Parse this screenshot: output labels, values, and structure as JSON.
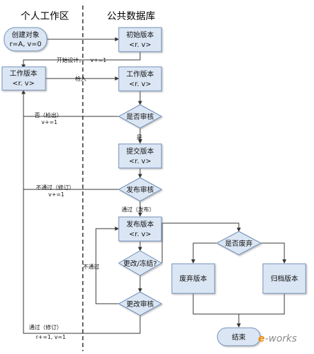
{
  "lanes": {
    "personal": "个人工作区",
    "public": "公共数据库"
  },
  "nodes": {
    "create": {
      "line1": "创建对象",
      "line2": "r=A, v=0"
    },
    "initial": {
      "line1": "初始版本",
      "line2": "<r. v>"
    },
    "work_personal": {
      "line1": "工作版本",
      "line2": "<r. v>"
    },
    "work_public": {
      "line1": "工作版本",
      "line2": "<r. v>"
    },
    "need_review": {
      "line1": "是否审核"
    },
    "submit": {
      "line1": "提交版本",
      "line2": "<r. v>"
    },
    "release_review": {
      "line1": "发布审核"
    },
    "release": {
      "line1": "发布版本",
      "line2": "<r. v>"
    },
    "change_freeze": {
      "line1": "更改/冻结?"
    },
    "change_review": {
      "line1": "更改审核"
    },
    "discard_q": {
      "line1": "是否废弃"
    },
    "discarded": {
      "line1": "废弃版本"
    },
    "archived": {
      "line1": "归档版本"
    },
    "end": {
      "line1": "结束"
    }
  },
  "edges": {
    "start_design": "开始设计，",
    "start_design_v": "v+=1",
    "checkin": "检入",
    "no_checkout": "否（检出）",
    "no_checkout_v": "v+=1",
    "yes": "是",
    "fail_modify": "不通过（修订）",
    "fail_modify_v": "v+=1",
    "pass_release": "通过（发布）",
    "fail": "不通过",
    "pass_revise": "通过（修订）",
    "pass_revise_v": "r+=1, v=1"
  },
  "watermark": {
    "part1": "e",
    "part2": "-works"
  }
}
